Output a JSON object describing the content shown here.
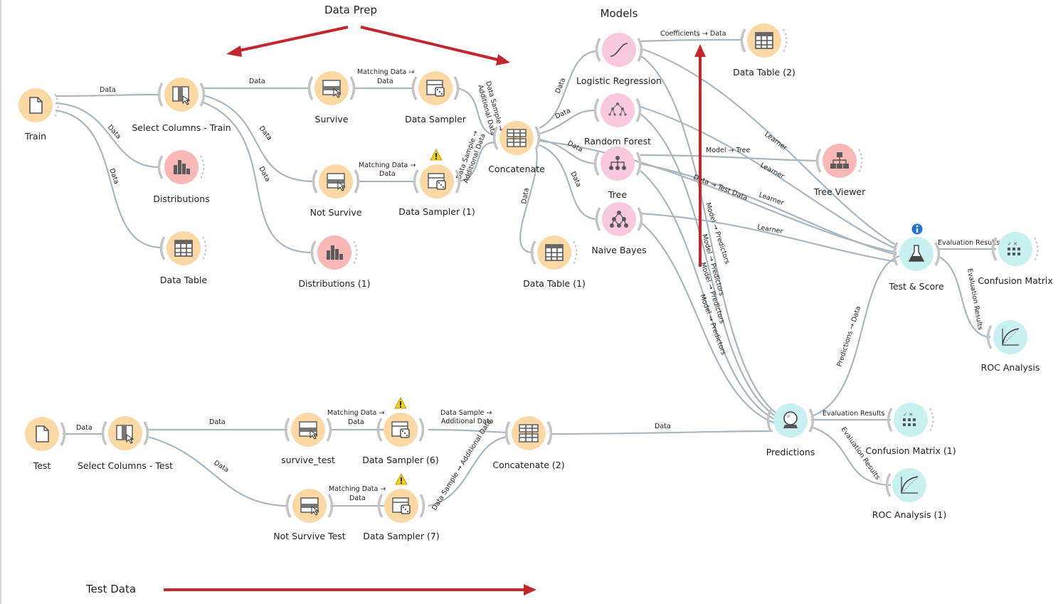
{
  "annotations": {
    "data_prep": "Data Prep",
    "models": "Models",
    "test_data": "Test Data"
  },
  "colors": {
    "data_widget": "#fcd9a4",
    "visualize_widget": "#f9b8b5",
    "model_widget": "#f8c8dd",
    "evaluate_widget": "#c8f0f0",
    "link": "#a8b6c0",
    "annotation_arrow": "#c1272d",
    "warning": "#f5d000",
    "info": "#1e73d8"
  },
  "nodes": {
    "train": {
      "label": "Train",
      "icon": "file-icon"
    },
    "select_train": {
      "label": "Select Columns - Train",
      "icon": "select-columns-icon"
    },
    "distributions": {
      "label": "Distributions",
      "icon": "bar-chart-icon"
    },
    "data_table": {
      "label": "Data Table",
      "icon": "table-icon"
    },
    "survive": {
      "label": "Survive",
      "icon": "select-rows-icon"
    },
    "not_survive": {
      "label": "Not Survive",
      "icon": "select-rows-icon"
    },
    "distributions1": {
      "label": "Distributions (1)",
      "icon": "bar-chart-icon"
    },
    "sampler": {
      "label": "Data Sampler",
      "icon": "dice-icon"
    },
    "sampler1": {
      "label": "Data Sampler (1)",
      "icon": "dice-icon"
    },
    "concatenate": {
      "label": "Concatenate",
      "icon": "concatenate-icon"
    },
    "data_table1": {
      "label": "Data Table (1)",
      "icon": "table-icon"
    },
    "logistic": {
      "label": "Logistic Regression",
      "icon": "sigmoid-icon"
    },
    "rforest": {
      "label": "Random Forest",
      "icon": "forest-icon"
    },
    "tree": {
      "label": "Tree",
      "icon": "tree-icon"
    },
    "nbayes": {
      "label": "Naive Bayes",
      "icon": "bayes-network-icon"
    },
    "data_table2": {
      "label": "Data Table (2)",
      "icon": "table-icon"
    },
    "tree_viewer": {
      "label": "Tree Viewer",
      "icon": "tree-viewer-icon"
    },
    "test_score": {
      "label": "Test & Score",
      "icon": "flask-icon"
    },
    "confusion": {
      "label": "Confusion Matrix",
      "icon": "matrix-icon"
    },
    "roc": {
      "label": "ROC Analysis",
      "icon": "roc-curve-icon"
    },
    "predictions": {
      "label": "Predictions",
      "icon": "crystal-ball-icon"
    },
    "confusion1": {
      "label": "Confusion Matrix (1)",
      "icon": "matrix-icon"
    },
    "roc1": {
      "label": "ROC Analysis (1)",
      "icon": "roc-curve-icon"
    },
    "test": {
      "label": "Test",
      "icon": "file-icon"
    },
    "select_test": {
      "label": "Select Columns - Test",
      "icon": "select-columns-icon"
    },
    "survive_test": {
      "label": "survive_test",
      "icon": "select-rows-icon"
    },
    "not_survive_test": {
      "label": "Not Survive Test",
      "icon": "select-rows-icon"
    },
    "sampler6": {
      "label": "Data Sampler (6)",
      "icon": "dice-icon"
    },
    "sampler7": {
      "label": "Data Sampler (7)",
      "icon": "dice-icon"
    },
    "concatenate2": {
      "label": "Concatenate (2)",
      "icon": "concatenate-icon"
    }
  },
  "links": {
    "train_select": "Data",
    "train_dist": "Data",
    "train_table": "Data",
    "sel_survive": "Data",
    "sel_notsurvive": "Data",
    "sel_dist1": "Data",
    "survive_sampler_1": "Matching Data →",
    "survive_sampler_2": "Data",
    "notsurvive_sampler1_1": "Matching Data →",
    "notsurvive_sampler1_2": "Data",
    "sampler_concat_1": "Data Sample →",
    "sampler_concat_2": "Additional Data",
    "sampler1_concat_1": "Data Sample →",
    "sampler1_concat_2": "Additional Data",
    "concat_logistic": "Data",
    "concat_forest": "Data",
    "concat_tree": "Data",
    "concat_bayes": "Data",
    "concat_table1": "Data",
    "logistic_table2": "Coefficients → Data",
    "tree_viewer": "Model → Tree",
    "concat_testscore": "Data → Test Data",
    "learner1": "Learner",
    "learner2": "Learner",
    "learner3": "Learner",
    "learner4": "Learner",
    "model_pred1": "Model → Predictors",
    "model_pred2": "Model → Predictors",
    "model_pred3": "Model → Predictors",
    "model_pred4": "Model → Predictors",
    "ts_confusion": "Evaluation Results",
    "ts_roc": "Evaluation Results",
    "pred_testscore": "Predictions → Data",
    "pred_confusion1": "Evaluation Results",
    "pred_roc1": "Evaluation Results",
    "test_select": "Data",
    "seltest_survive": "Data",
    "seltest_notsurvive": "Data",
    "survivetest_s6_1": "Matching Data →",
    "survivetest_s6_2": "Data",
    "notsurvivetest_s7_1": "Matching Data →",
    "notsurvivetest_s7_2": "Data",
    "s6_concat2_1": "Data Sample →",
    "s6_concat2_2": "Additional Data",
    "s7_concat2": "Data Sample → Additional Data",
    "concat2_pred": "Data"
  }
}
